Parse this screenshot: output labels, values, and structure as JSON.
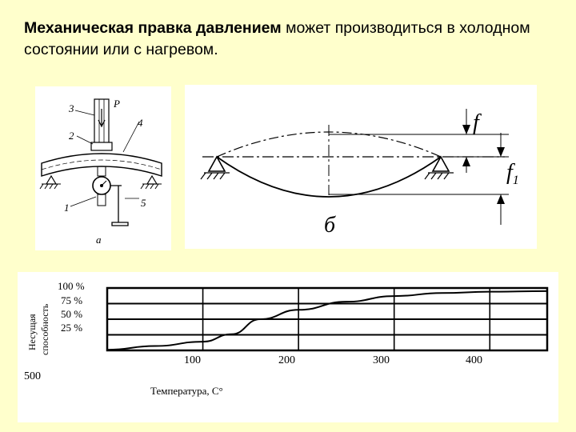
{
  "heading": {
    "bold": "Механическая правка давлением",
    "rest": " может производиться в холодном состоянии или с нагревом."
  },
  "figure_a": {
    "labels": [
      "3",
      "P",
      "4",
      "2",
      "1",
      "5",
      "а"
    ]
  },
  "figure_b": {
    "label_f": "f",
    "label_f1": "f",
    "label_f1_sub": "1",
    "label_b": "б"
  },
  "chart_data": {
    "type": "line",
    "ylabel_line1": "Несущая",
    "ylabel_line2": "способность",
    "ytick_labels": [
      "100 %",
      "75 %",
      "50 %",
      "25 %"
    ],
    "xtick_labels": [
      "100",
      "200",
      "300",
      "400"
    ],
    "extra_label": "500",
    "xlabel": "Температура, С°",
    "xlim": [
      0,
      460
    ],
    "ylim": [
      0,
      100
    ],
    "x": [
      0,
      50,
      100,
      130,
      160,
      200,
      250,
      300,
      350,
      400,
      460
    ],
    "values": [
      1,
      7,
      14,
      26,
      50,
      65,
      78,
      87,
      92,
      94,
      95
    ]
  }
}
